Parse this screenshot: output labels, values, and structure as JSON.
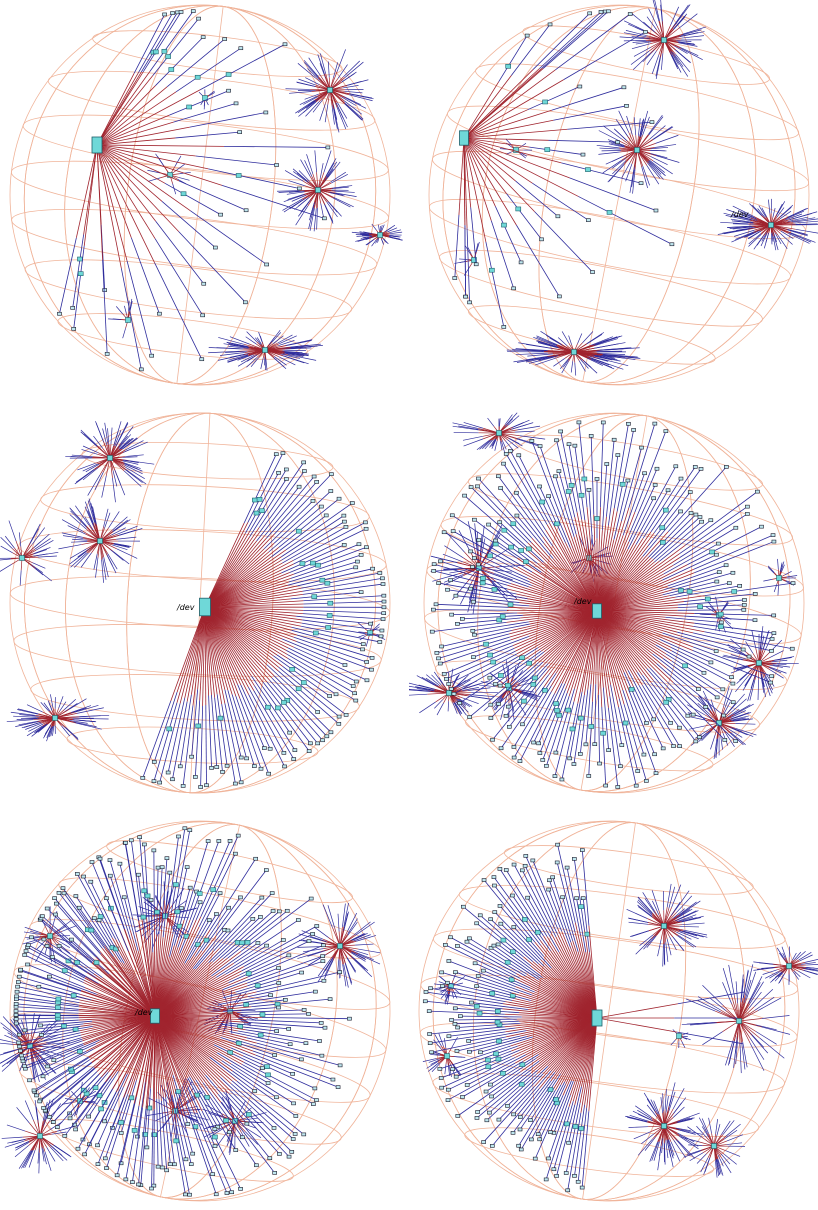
{
  "colors": {
    "sphere_grid": "#f0b49a",
    "edge_inner": "#a0242e",
    "edge_outer": "#2e2c9c",
    "node_fill": "#6fd8d8",
    "node_stroke": "#1e5f6a",
    "leaf_fill": "#bfe7ef"
  },
  "icons": {
    "node": "box-node-icon",
    "root": "root-node-icon"
  },
  "panels": [
    {
      "id": "view-1",
      "root_label": ""
    },
    {
      "id": "view-2",
      "root_label": "/dev"
    },
    {
      "id": "view-3",
      "root_label": "/dev"
    },
    {
      "id": "view-4",
      "root_label": "/dev"
    },
    {
      "id": "view-5",
      "root_label": "/dev"
    },
    {
      "id": "view-6",
      "root_label": ""
    }
  ]
}
